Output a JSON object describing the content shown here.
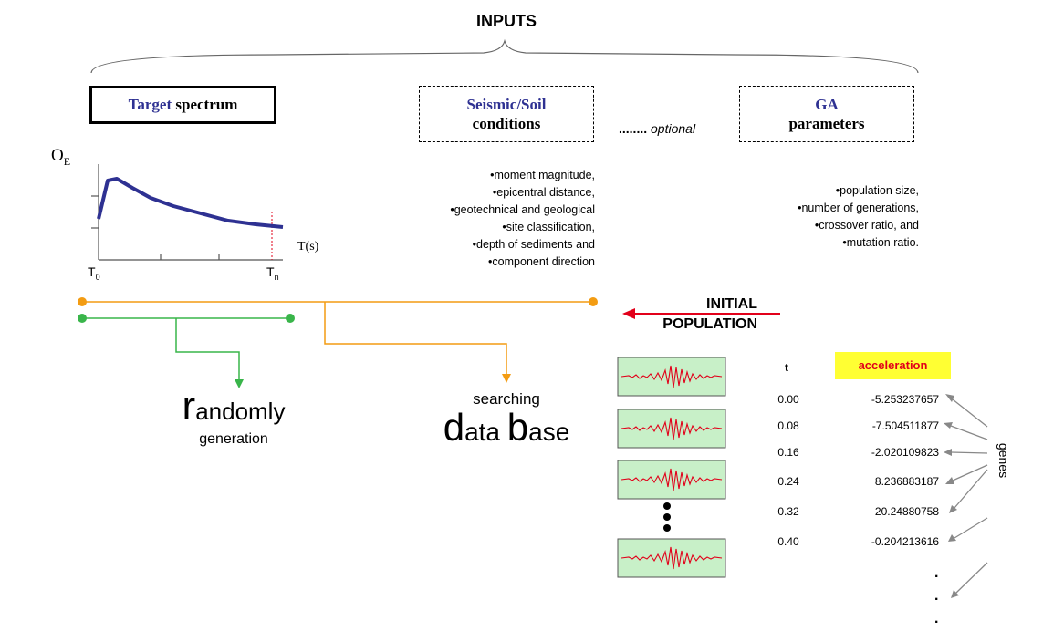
{
  "title": "INPUTS",
  "target_box": {
    "colored": "Target",
    "rest": "spectrum"
  },
  "seismic_box": {
    "line1": "Seismic/Soil",
    "line2": "conditions"
  },
  "optional": {
    "dots": "........",
    "label": "optional"
  },
  "ga_box": {
    "line1": "GA",
    "line2": "parameters"
  },
  "spectrum_plot": {
    "y_label_main": "O",
    "y_label_sub": "E",
    "x_label": "T(s)",
    "t0_main": "T",
    "t0_sub": "0",
    "tn_main": "T",
    "tn_sub": "n"
  },
  "seismic_list": [
    "•moment magnitude,",
    "•epicentral distance,",
    "•geotechnical and geological",
    "•site classification,",
    "•depth of sediments and",
    "•component direction"
  ],
  "ga_list": [
    "•population size,",
    "•number of generations,",
    "•crossover ratio, and",
    "•mutation ratio."
  ],
  "initial_population": {
    "line1": "INITIAL",
    "line2": "POPULATION"
  },
  "randomly": {
    "big": "r",
    "rest": "andomly",
    "line2": "generation"
  },
  "database": {
    "line1": "searching",
    "big1": "d",
    "rest1": "ata ",
    "big2": "b",
    "rest2": "ase"
  },
  "table": {
    "t_header": "t",
    "acc_header": "acceleration",
    "rows": [
      {
        "t": "0.00",
        "a": "-5.253237657"
      },
      {
        "t": "0.08",
        "a": "-7.504511877"
      },
      {
        "t": "0.16",
        "a": "-2.020109823"
      },
      {
        "t": "0.24",
        "a": "8.236883187"
      },
      {
        "t": "0.32",
        "a": "20.24880758"
      },
      {
        "t": "0.40",
        "a": "-0.204213616"
      }
    ],
    "ellipsis": "."
  },
  "genes_label": "genes",
  "colors": {
    "orange": "#f39c12",
    "green": "#39b54a",
    "red": "#e2001a",
    "navy": "#2e3192",
    "wave_bg": "#c8f0c8",
    "highlight": "#ffff33"
  }
}
